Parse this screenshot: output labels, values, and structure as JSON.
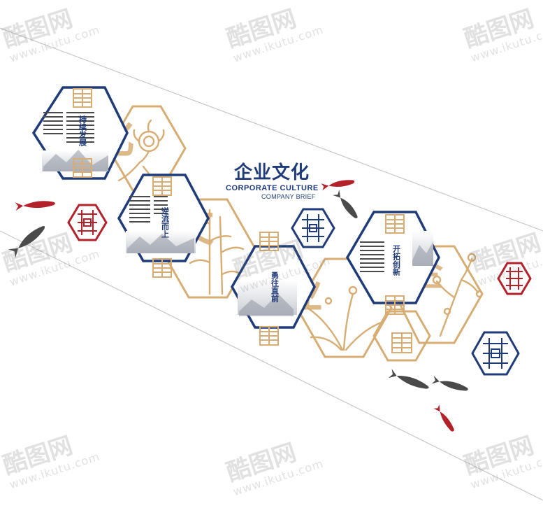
{
  "title": {
    "cn": "企业文化",
    "en": "CORPORATE CULTURE",
    "sub": "COMPANY BRIEF"
  },
  "panels": [
    {
      "heading": "持续发展",
      "big_char": "化"
    },
    {
      "heading": "逆流而上",
      "big_char": "文"
    },
    {
      "heading": "勇往直前",
      "big_char": "业"
    },
    {
      "heading": "开拓创新",
      "big_char": "企"
    }
  ],
  "watermark": {
    "logo": "酷图网",
    "url": "www.ikutu.com"
  },
  "colors": {
    "navy": "#1f3b79",
    "gold": "#d8ad74",
    "red": "#b3222b",
    "fish_gray": "#4a4a4a"
  }
}
